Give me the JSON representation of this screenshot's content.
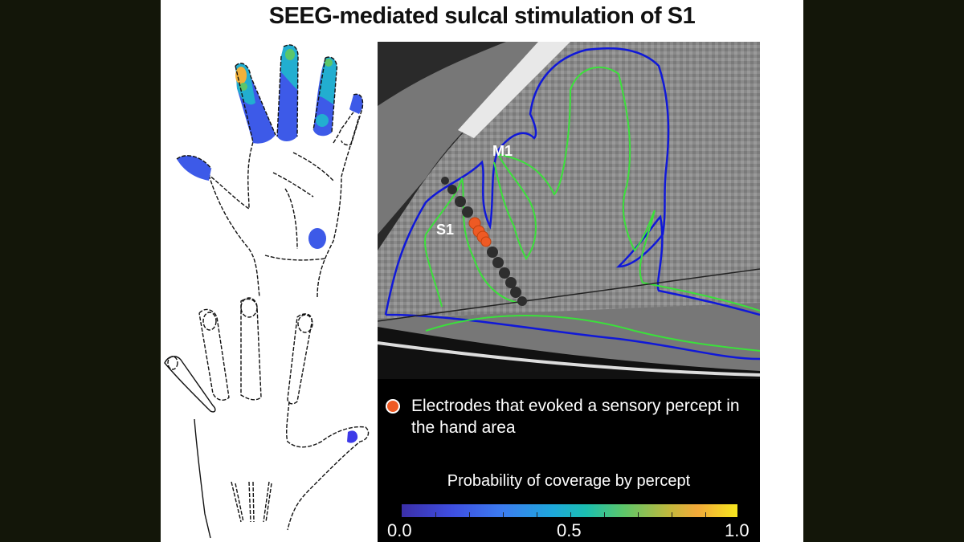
{
  "figure": {
    "title": "SEEG-mediated sulcal stimulation of S1",
    "background_color": "#131609",
    "panel_color": "#ffffff"
  },
  "hands": {
    "palmar": {
      "label": "palmar-view-hand",
      "highlight_regions": [
        "index-finger",
        "middle-finger",
        "ring-finger",
        "little-finger-tip",
        "thumb-tip",
        "palm-hypothenar"
      ]
    },
    "dorsal": {
      "label": "dorsal-view-hand",
      "highlight_regions": [
        "thumb-tip"
      ]
    }
  },
  "mri": {
    "labels": {
      "m1": "M1",
      "s1": "S1"
    },
    "contour_colors": {
      "pial": "#1018d8",
      "white_matter": "#3be03b"
    },
    "electrode_colors": {
      "inactive": "#2e2e2e",
      "active": "#ee5a24"
    }
  },
  "legend": {
    "electrode_text": "Electrodes that evoked a sensory percept in the hand area",
    "electrode_color": "#ee5a24"
  },
  "colorbar": {
    "title": "Probability of coverage by percept",
    "min_label": "0.0",
    "mid_label": "0.5",
    "max_label": "1.0",
    "stops": [
      "#3b2fa8",
      "#3e4ee0",
      "#3c7cf0",
      "#1ea8dc",
      "#1cbfb0",
      "#5cc66a",
      "#c3b83c",
      "#f2a93a",
      "#f6e61e"
    ]
  }
}
